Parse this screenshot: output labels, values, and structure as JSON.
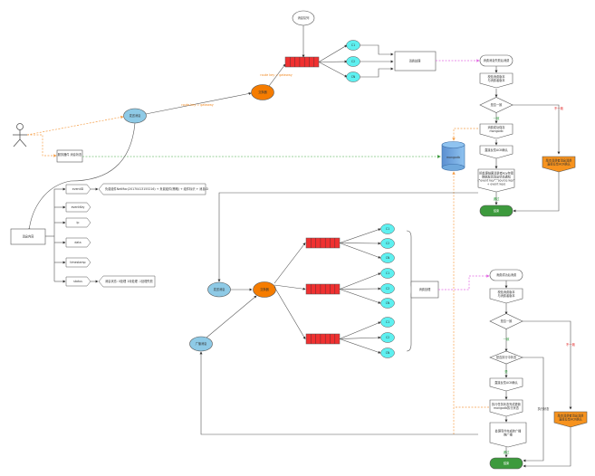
{
  "title": "事件消息处理流程",
  "actor": {
    "label": ""
  },
  "top_flow": {
    "start_label": "发送消息",
    "exchange_label": "交换器",
    "route_label_1": "route key = gateway",
    "route_label_2": "route key = gateway",
    "cloud_label": "消息队列",
    "consumers": [
      "C1",
      "C2",
      "CN"
    ],
    "process_label": "消费处理",
    "note_box": "服务器件\n消息状态"
  },
  "storage": {
    "label": "mongodb"
  },
  "message_content": {
    "label": "消息内容",
    "fields": [
      {
        "name": "eventID",
        "note": "负载组件NetMac(20170413155216) + 负载组件(策略) + 组件标识 + 消息ID"
      },
      {
        "name": "eventKey",
        "note": ""
      },
      {
        "name": "ip",
        "note": ""
      },
      {
        "name": "data",
        "note": ""
      },
      {
        "name": "timestamp",
        "note": ""
      },
      {
        "name": "status",
        "note": "消息状态: 0处理 1待处理 -1处理失败"
      }
    ]
  },
  "right_flow_top": {
    "start": "消费消息失败后消费",
    "step1": "校验消费版本\n与消费者版本",
    "decision": "是否一致",
    "yes": "一致",
    "no": "不一致",
    "step2": "消费成功保存\nmongodb",
    "step3": "直接反馈ACK确认",
    "step4": "把处理结果消费者key存储\n数据发回消息状态通知\n(\"event key\":\"source key\"\n+ event key)",
    "pass": "通过",
    "alt": "版本消费者消息消费\n直接反馈ACK确认",
    "end": "结束"
  },
  "bottom_flow": {
    "start_label": "发送消息",
    "exchange_label": "交换器",
    "broadcast_label": "广播消息",
    "consumer_groups": [
      [
        "C1",
        "C2",
        "CN"
      ],
      [
        "C1",
        "C2",
        "CN"
      ],
      [
        "C1",
        "C2",
        "CN"
      ]
    ],
    "process_label": "消费处理"
  },
  "right_flow_bottom": {
    "start": "消费成功后消费",
    "step1": "校验消费版本\n与消费者版本",
    "decision1": "是否一致",
    "yes1": "一致",
    "no1": "不一致",
    "decision2": "是否执行中状态",
    "yes2": "是",
    "step2": "直接反馈ACK确认",
    "step3": "执行任务状态完成更新\nmongodb执行状态",
    "step4": "处理事件完成的广播\n推广播",
    "side_note": "执行状态",
    "pass": "通过",
    "alt": "版本消费者消息消费\n直接反馈ACK确认",
    "end": "结束"
  },
  "colors": {
    "exchange": "#f57c00",
    "queue": "#f03030",
    "consumer": "#5ef0f0",
    "producer": "#8ecae6",
    "storage": "#6fa8dc",
    "end": "#3d9a3d",
    "alt_box": "#f7931e",
    "orange_line": "#f5a04b",
    "green_line": "#7dc47d",
    "magenta_line": "#e36be3"
  }
}
